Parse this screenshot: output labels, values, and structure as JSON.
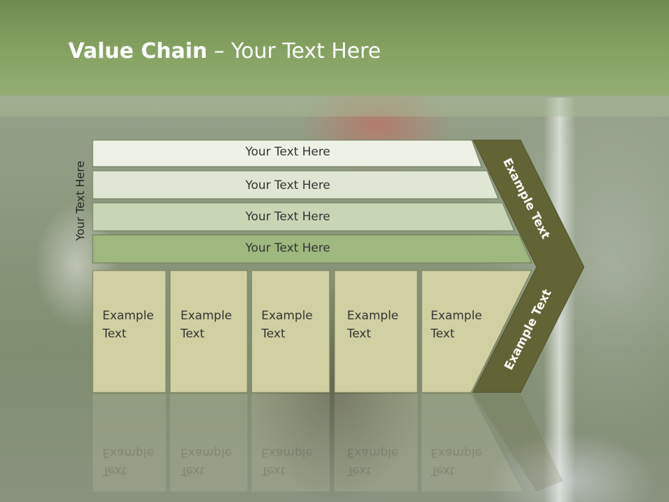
{
  "title": {
    "bold": "Value Chain",
    "rest": " – Your Text Here"
  },
  "vertical_label": "Your Text Here",
  "rows": [
    {
      "label": "Your Text Here"
    },
    {
      "label": "Your Text Here"
    },
    {
      "label": "Your Text Here"
    },
    {
      "label": "Your Text Here"
    }
  ],
  "columns": [
    {
      "line1": "Example",
      "line2": "Text"
    },
    {
      "line1": "Example",
      "line2": "Text"
    },
    {
      "line1": "Example",
      "line2": "Text"
    },
    {
      "line1": "Example",
      "line2": "Text"
    },
    {
      "line1": "Example",
      "line2": "Text"
    }
  ],
  "chevron": {
    "upper": "Example Text",
    "lower": "Example Text"
  },
  "colors": {
    "header": "#86a363",
    "row1": "#eef1e6",
    "row2": "#dfe6d3",
    "row3": "#c9d6b5",
    "row4": "#9fb87f",
    "column": "#d1d0a2",
    "chevron": "#636435"
  }
}
